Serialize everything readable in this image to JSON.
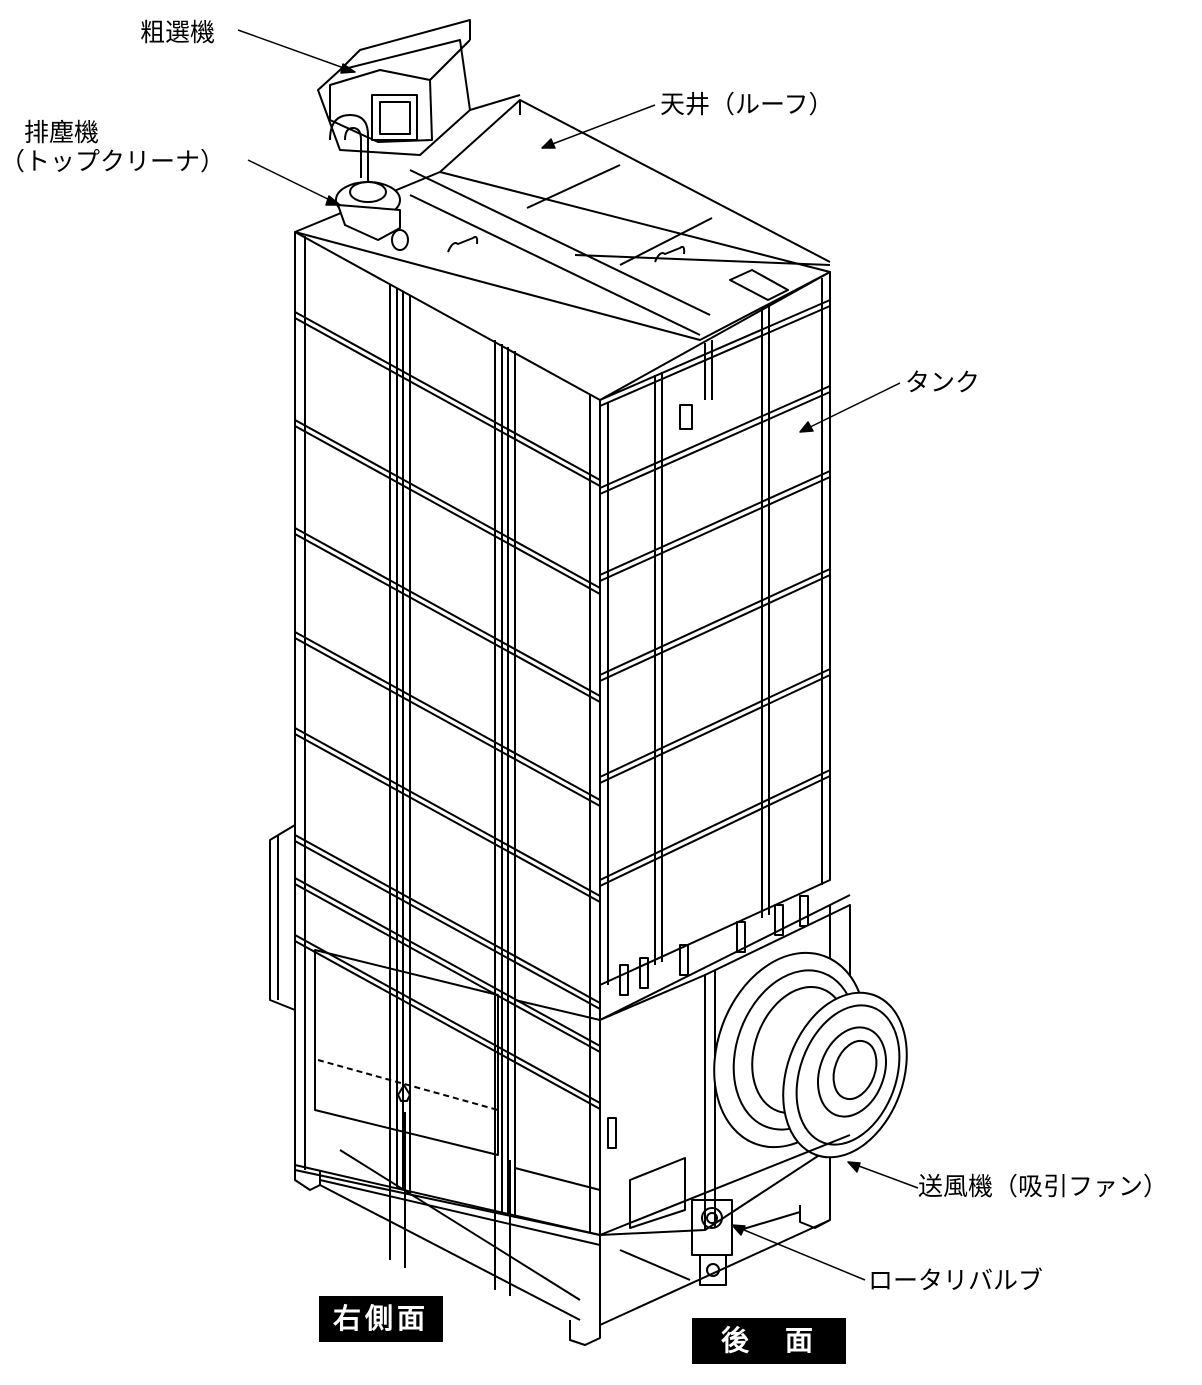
{
  "labels": {
    "rough_sorter": "粗選機",
    "dust_remover_line1": "排塵機",
    "dust_remover_line2": "（トップクリーナ）",
    "ceiling": "天井（ルーフ）",
    "tank": "タンク",
    "blower": "送風機（吸引ファン）",
    "rotary_valve": "ロータリバルブ"
  },
  "view_tags": {
    "right_side": "右側面",
    "rear": "後　面"
  }
}
